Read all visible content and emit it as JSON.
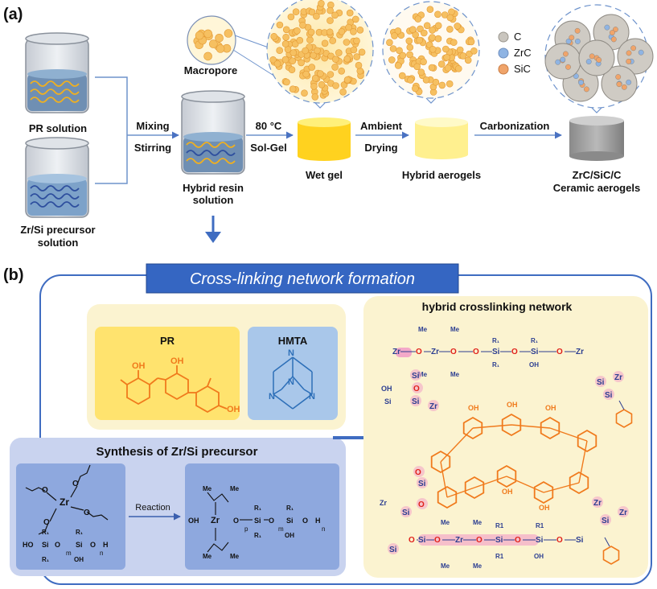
{
  "panel_a": {
    "label": "(a)",
    "pr_solution": "PR solution",
    "zrsi_solution_line1": "Zr/Si precursor",
    "zrsi_solution_line2": "solution",
    "mixing": "Mixing",
    "stirring": "Stirring",
    "hybrid_resin_line1": "Hybrid resin",
    "hybrid_resin_line2": "solution",
    "temp": "80 °C",
    "solgel": "Sol-Gel",
    "wet_gel": "Wet gel",
    "ambient": "Ambient",
    "drying": "Drying",
    "hybrid_aerogels": "Hybrid aerogels",
    "carbonization": "Carbonization",
    "ceramic_line1": "ZrC/SiC/C",
    "ceramic_line2": "Ceramic aerogels",
    "macropore": "Macropore",
    "legend": [
      {
        "label": "C",
        "color": "#c9c5be"
      },
      {
        "label": "ZrC",
        "color": "#8fb4e3"
      },
      {
        "label": "SiC",
        "color": "#f0a46a"
      }
    ]
  },
  "panel_b": {
    "label": "(b)",
    "banner": "Cross-linking network formation",
    "pr": "PR",
    "hmta": "HMTA",
    "synthesis": "Synthesis of Zr/Si precursor",
    "reaction": "Reaction",
    "network_title": "hybrid crosslinking network"
  },
  "colors": {
    "orange": "#f07a1c",
    "yellow_gel": "#ffe033",
    "pale_yellow": "#fff19a",
    "network_blue": "#2c3e91",
    "bond_pink": "#f3a8c8",
    "banner_blue": "#3566c2",
    "panel_lavender": "#c9d3ef",
    "box_blue": "#8ea8de",
    "beige": "#fbf3d0"
  }
}
